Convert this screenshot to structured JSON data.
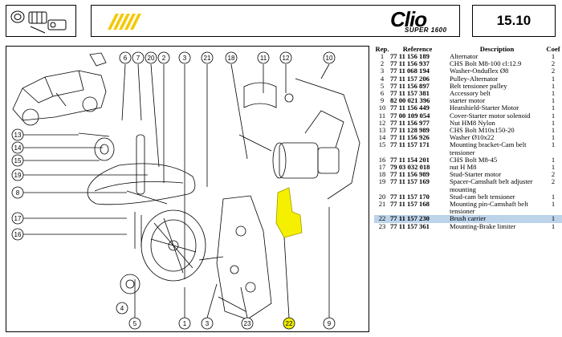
{
  "header": {
    "page_number": "15.10",
    "logo_brand": "Clio",
    "logo_sub": "SUPER 1600"
  },
  "table": {
    "columns": [
      "Rep.",
      "Reference",
      "Description",
      "Coef"
    ],
    "rows": [
      {
        "rep": "1",
        "ref": "77 11 156 189",
        "desc": "Alternator",
        "coef": "1"
      },
      {
        "rep": "2",
        "ref": "77 11 156 937",
        "desc": "CHS Bolt M8-100 cl:12.9",
        "coef": "2"
      },
      {
        "rep": "3",
        "ref": "77 11 068 194",
        "desc": "Washer-Onduflex Ø8",
        "coef": "2"
      },
      {
        "rep": "4",
        "ref": "77 11 157 206",
        "desc": "Pulley-Alternator",
        "coef": "1"
      },
      {
        "rep": "5",
        "ref": "77 11 156 897",
        "desc": "Belt tensioner pulley",
        "coef": "1"
      },
      {
        "rep": "6",
        "ref": "77 11 157 381",
        "desc": "Accessory belt",
        "coef": "1"
      },
      {
        "rep": "9",
        "ref": "82 00 021 396",
        "desc": "starter motor",
        "coef": "1"
      },
      {
        "rep": "10",
        "ref": "77 11 156 449",
        "desc": "Heatshield-Starter Motor",
        "coef": "1"
      },
      {
        "rep": "11",
        "ref": "77 00 109 054",
        "desc": "Cover-Starter motor solenoid",
        "coef": "1"
      },
      {
        "rep": "12",
        "ref": "77 11 156 977",
        "desc": "Nut HM8 Nylon",
        "coef": "1"
      },
      {
        "rep": "13",
        "ref": "77 11 128 989",
        "desc": "CHS Bolt M10x150-20",
        "coef": "1"
      },
      {
        "rep": "14",
        "ref": "77 11 156 926",
        "desc": "Washer Ø10x22",
        "coef": "1"
      },
      {
        "rep": "15",
        "ref": "77 11 157 171",
        "desc": "Mounting bracket-Cam belt tensioner",
        "coef": "1"
      },
      {
        "rep": "16",
        "ref": "77 11 154 201",
        "desc": "CHS Bolt M8-45",
        "coef": "1"
      },
      {
        "rep": "17",
        "ref": "79 03 032 018",
        "desc": "nut H M8",
        "coef": "1"
      },
      {
        "rep": "18",
        "ref": "77 11 156 989",
        "desc": "Stud-Starter motor",
        "coef": "2"
      },
      {
        "rep": "19",
        "ref": "77 11 157 169",
        "desc": "Spacer-Camshaft belt adjuster mounting",
        "coef": "2"
      },
      {
        "rep": "20",
        "ref": "77 11 157 170",
        "desc": "Stud-cam belt tensioner",
        "coef": "1"
      },
      {
        "rep": "21",
        "ref": "77 11 157 168",
        "desc": "Mounting pin-Camshaft belt tensioner",
        "coef": "1"
      },
      {
        "rep": "22",
        "ref": "77 11 157 230",
        "desc": "Brush carrier",
        "coef": "1",
        "selected": true
      },
      {
        "rep": "23",
        "ref": "77 11 157 361",
        "desc": "Mounting-Brake limiter",
        "coef": "1"
      }
    ]
  },
  "diagram": {
    "labels": [
      "6",
      "7",
      "20",
      "2",
      "3",
      "21",
      "18",
      "11",
      "12",
      "10",
      "13",
      "14",
      "15",
      "19",
      "8",
      "17",
      "16",
      "5",
      "4",
      "1",
      "23",
      "22",
      "9"
    ],
    "highlight_color": "#f4f000"
  }
}
